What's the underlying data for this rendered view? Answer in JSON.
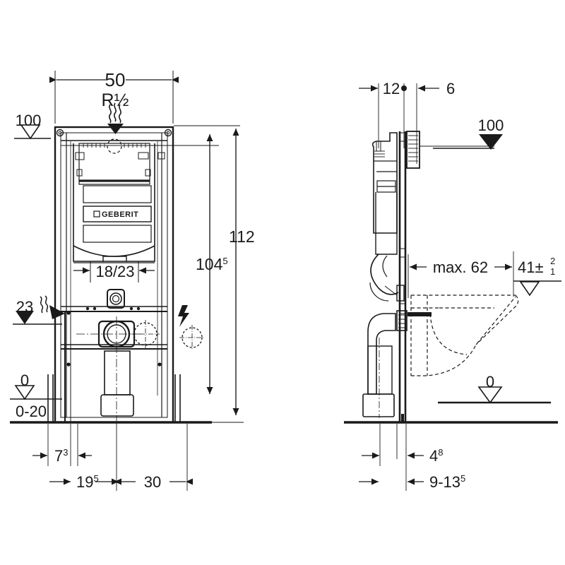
{
  "document": {
    "kind": "technical-drawing",
    "title": "Geberit Duofix installation frame - dimensioned drawing",
    "brand": "GEBERIT",
    "views": [
      "front-elevation",
      "side-section"
    ],
    "line_color": "#1a1a1a",
    "background": "#ffffff"
  },
  "front_view": {
    "dimensions": {
      "width_top": "50",
      "thread_label": "R½",
      "height_total": "112",
      "height_inner": "104",
      "height_inner_sup": "5",
      "outlet_spacing": "18/23",
      "base_left": "7",
      "base_left_sup": "3",
      "base_mid": "19",
      "base_mid_sup": "5",
      "base_right": "30"
    },
    "levels": [
      {
        "value": "100",
        "marker": "open-triangle"
      },
      {
        "value": "23",
        "marker": "filled-triangle"
      },
      {
        "value": "0",
        "marker": "open-triangle"
      },
      {
        "value": "0-20",
        "marker": "none"
      }
    ],
    "symbols": [
      {
        "name": "water-supply-arrow",
        "glyph": "wavy-arrow"
      },
      {
        "name": "electrical-connection",
        "glyph": "lightning-bolt"
      },
      {
        "name": "flush-pipe-knockout",
        "glyph": "dashed-circle"
      }
    ]
  },
  "side_view": {
    "dimensions": {
      "depth_frame": "12",
      "depth_plate": "6",
      "projection_max": "max. 62",
      "height_seat": "41",
      "height_seat_tol_sup": "2",
      "height_seat_tol_sub": "1",
      "tol_sign": "±",
      "base_offset": "4",
      "base_offset_sup": "8",
      "base_range": "9-13",
      "base_range_sup": "5"
    },
    "levels": [
      {
        "value": "100",
        "marker": "filled-triangle"
      },
      {
        "value": "41",
        "marker": "open-triangle"
      },
      {
        "value": "0",
        "marker": "open-triangle"
      }
    ],
    "symbols": [
      {
        "name": "centre-dot-marker",
        "glyph": "dot"
      },
      {
        "name": "toilet-bowl-outline",
        "glyph": "dashed-outline"
      }
    ]
  }
}
